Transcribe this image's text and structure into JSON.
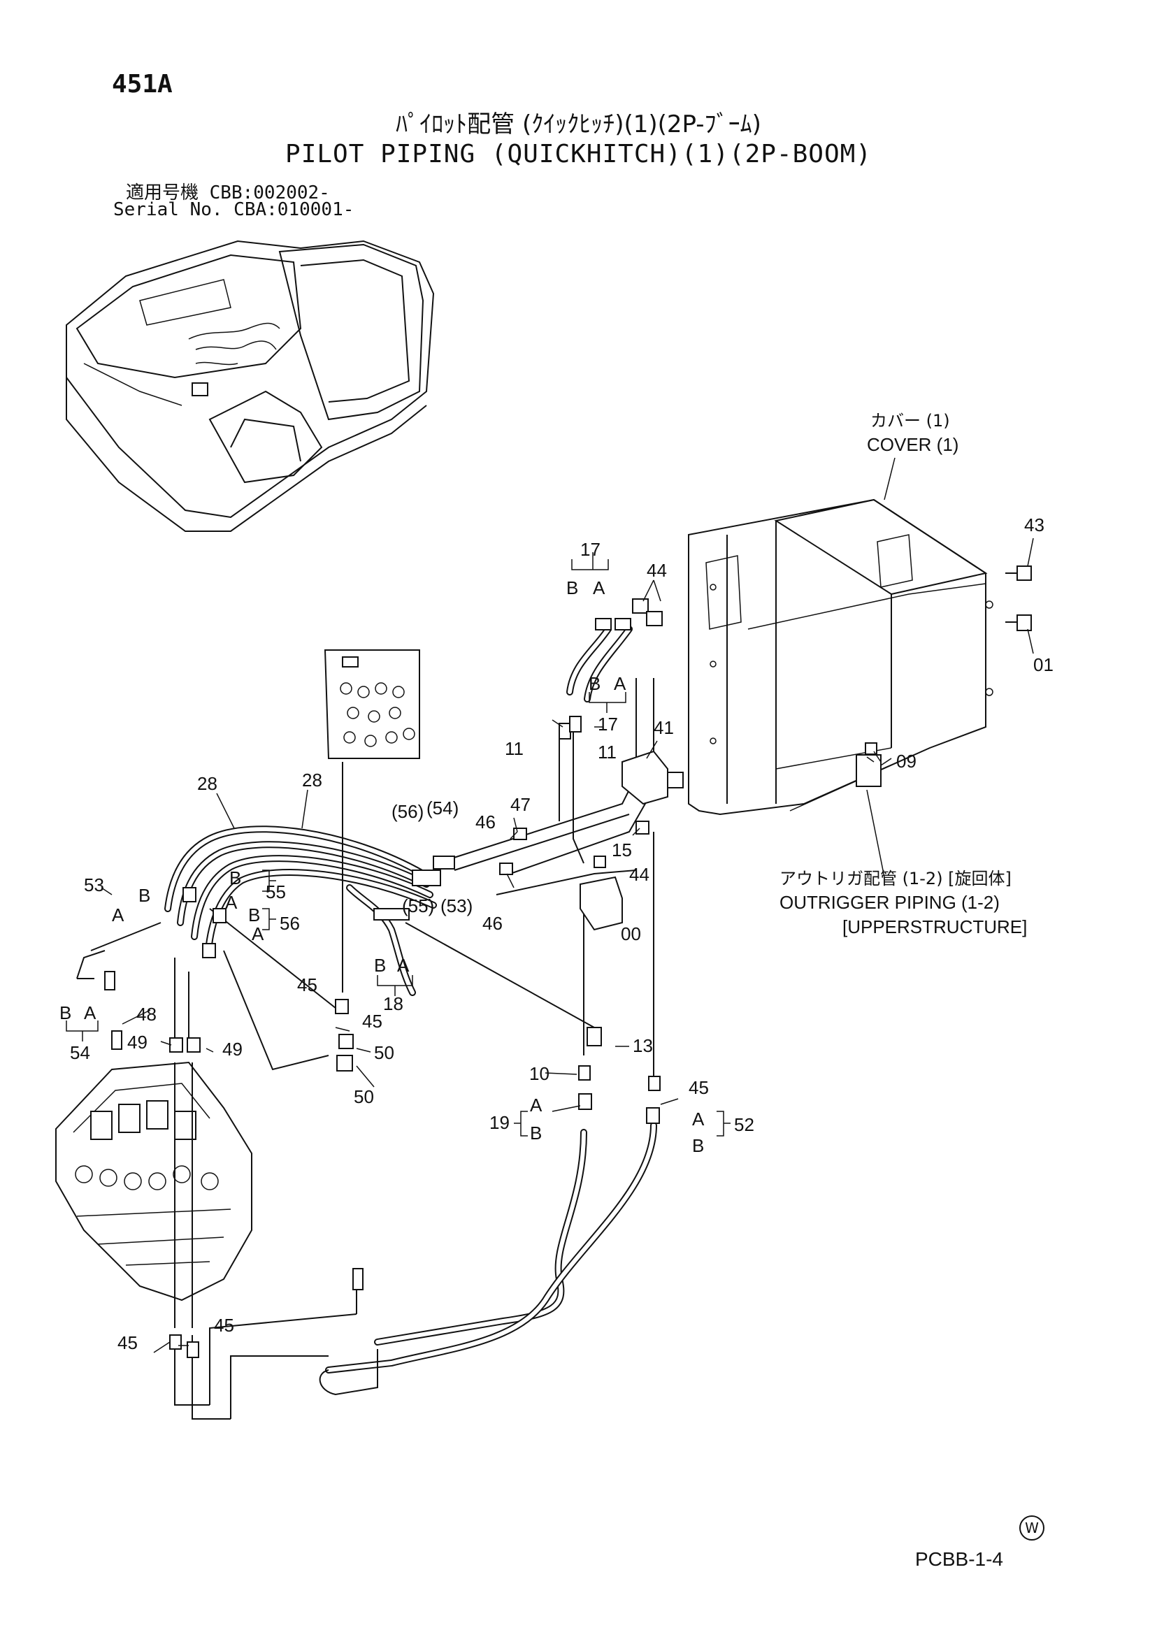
{
  "header": {
    "page_number": "451A",
    "title_jp": "ﾊﾟｲﾛｯﾄ配管 (ｸｲｯｸﾋｯﾁ)(1)(2P-ﾌﾞｰﾑ)",
    "title_en": "PILOT PIPING (QUICKHITCH)(1)(2P-BOOM)",
    "serial_jp": "適用号機  CBB:002002-",
    "serial_en": "Serial No. CBA:010001-"
  },
  "footer": {
    "doc_code": "PCBB-1-4",
    "mark": "W"
  },
  "callouts": {
    "cover_jp": "カバー (1)",
    "cover_en": "COVER (1)",
    "outrigger_jp": "アウトリガ配管 (1-2) [旋回体]",
    "outrigger_en1": "OUTRIGGER PIPING (1-2)",
    "outrigger_en2": "[UPPERSTRUCTURE]"
  },
  "part_labels": {
    "p43": "43",
    "p01": "01",
    "p17a": "17",
    "p17b": "17",
    "p44a": "44",
    "p44b": "44",
    "p41": "41",
    "p11a": "11",
    "p11b": "11",
    "p09": "09",
    "p28a": "28",
    "p28b": "28",
    "p56p": "(56)",
    "p54p": "(54)",
    "p55p": "(55)",
    "p53p": "(53)",
    "p46a": "46",
    "p46b": "46",
    "p47": "47",
    "p15": "15",
    "p00": "00",
    "p53": "53",
    "p55": "55",
    "p56": "56",
    "p18": "18",
    "p45a": "45",
    "p45b": "45",
    "p45c": "45",
    "p45d": "45",
    "p45e": "45",
    "p48": "48",
    "p49a": "49",
    "p49b": "49",
    "p50a": "50",
    "p50b": "50",
    "p54": "54",
    "p13": "13",
    "p10": "10",
    "p19": "19",
    "p52": "52"
  },
  "port_labels": {
    "A": "A",
    "B": "B"
  }
}
